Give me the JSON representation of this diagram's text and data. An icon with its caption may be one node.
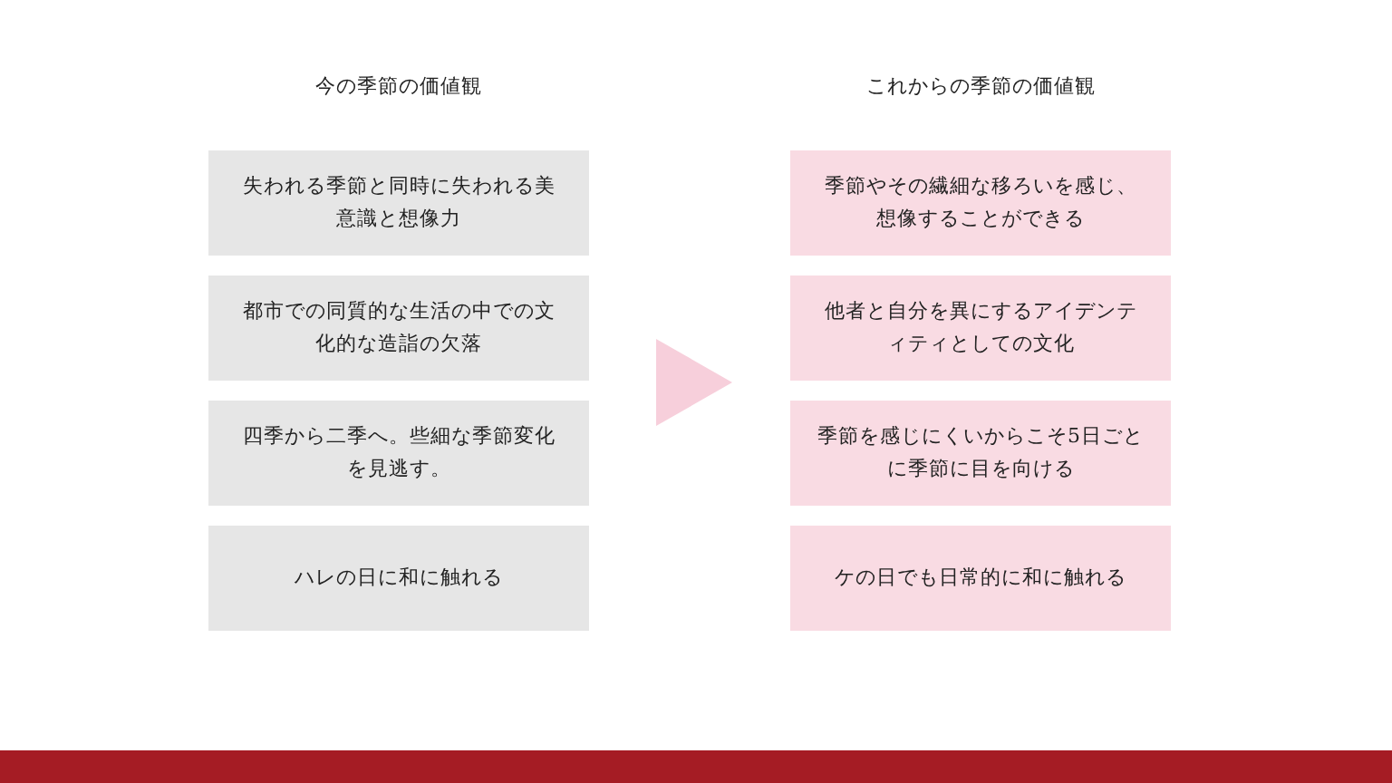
{
  "diagram": {
    "nodes": [
      {
        "text": [
          "失われる季節と同時に失われる美意識と想像力"
        ]
      },
      {
        "text": [
          "都市での同質的な生活の中での文化的な造詣の欠落"
        ]
      },
      {
        "text": [
          "四季から二季へ。些細な季節変化を見逃す。"
        ]
      },
      {
        "text": [
          "ハレの日に和に触れる"
        ]
      },
      {
        "text": [
          "季節やその繊細な移ろいを感じ、想像することができる"
        ]
      },
      {
        "text": [
          "他者と自分を異にするアイデンティティとしての文化"
        ]
      },
      {
        "text": [
          "季節を感じにくいからこそ5日ごとに季節に目を向ける"
        ]
      },
      {
        "text": [
          "ケの日でも日常的に和に触れる"
        ]
      }
    ],
    "edges": [],
    "labels": [
      "今の季節の価値観",
      "これからの季節の価値観"
    ]
  }
}
